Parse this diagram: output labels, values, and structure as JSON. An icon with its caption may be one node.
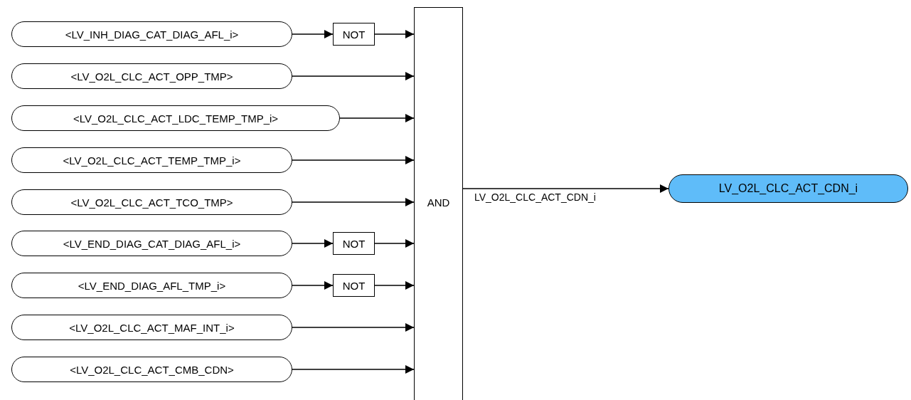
{
  "diagram": {
    "nodes": [
      {
        "text": [
          "<LV_INH_DIAG_CAT_DIAG_AFL_i>"
        ]
      },
      {
        "text": [
          "<LV_O2L_CLC_ACT_OPP_TMP>"
        ]
      },
      {
        "text": [
          "<LV_O2L_CLC_ACT_LDC_TEMP_TMP_i>"
        ]
      },
      {
        "text": [
          "<LV_O2L_CLC_ACT_TEMP_TMP_i>"
        ]
      },
      {
        "text": [
          "<LV_O2L_CLC_ACT_TCO_TMP>"
        ]
      },
      {
        "text": [
          "<LV_END_DIAG_CAT_DIAG_AFL_i>"
        ]
      },
      {
        "text": [
          "<LV_END_DIAG_AFL_TMP_i>"
        ]
      },
      {
        "text": [
          "<LV_O2L_CLC_ACT_MAF_INT_i>"
        ]
      },
      {
        "text": [
          "<LV_O2L_CLC_ACT_CMB_CDN>"
        ]
      },
      {
        "text": [
          "NOT"
        ]
      },
      {
        "text": [
          "NOT"
        ]
      },
      {
        "text": [
          "NOT"
        ]
      },
      {
        "text": [
          "AND"
        ]
      },
      {
        "text": [
          "LV_O2L_CLC_ACT_CDN_i"
        ]
      }
    ],
    "edges": [
      {
        "from": 0,
        "to": 9,
        "arrow": "to"
      },
      {
        "from": 9,
        "to": 12,
        "arrow": "to"
      },
      {
        "from": 1,
        "to": 12,
        "arrow": "to"
      },
      {
        "from": 2,
        "to": 12,
        "arrow": "to"
      },
      {
        "from": 3,
        "to": 12,
        "arrow": "to"
      },
      {
        "from": 4,
        "to": 12,
        "arrow": "to"
      },
      {
        "from": 5,
        "to": 10,
        "arrow": "to"
      },
      {
        "from": 10,
        "to": 12,
        "arrow": "to"
      },
      {
        "from": 6,
        "to": 11,
        "arrow": "to"
      },
      {
        "from": 11,
        "to": 12,
        "arrow": "to"
      },
      {
        "from": 7,
        "to": 12,
        "arrow": "to"
      },
      {
        "from": 8,
        "to": 12,
        "arrow": "to"
      },
      {
        "from": 12,
        "to": 13,
        "arrow": "to",
        "label": "LV_O2L_CLC_ACT_CDN_i"
      }
    ]
  }
}
